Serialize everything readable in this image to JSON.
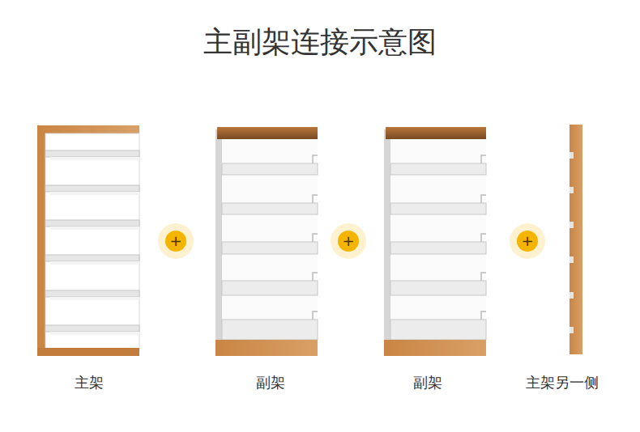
{
  "diagram": {
    "title": "主副架连接示意图",
    "nodes": [
      {
        "text": [
          "+"
        ]
      },
      {
        "text": [
          "+"
        ]
      },
      {
        "text": [
          "+"
        ]
      }
    ],
    "labels": [
      "主架",
      "副架",
      "副架",
      "主架另一侧"
    ]
  }
}
